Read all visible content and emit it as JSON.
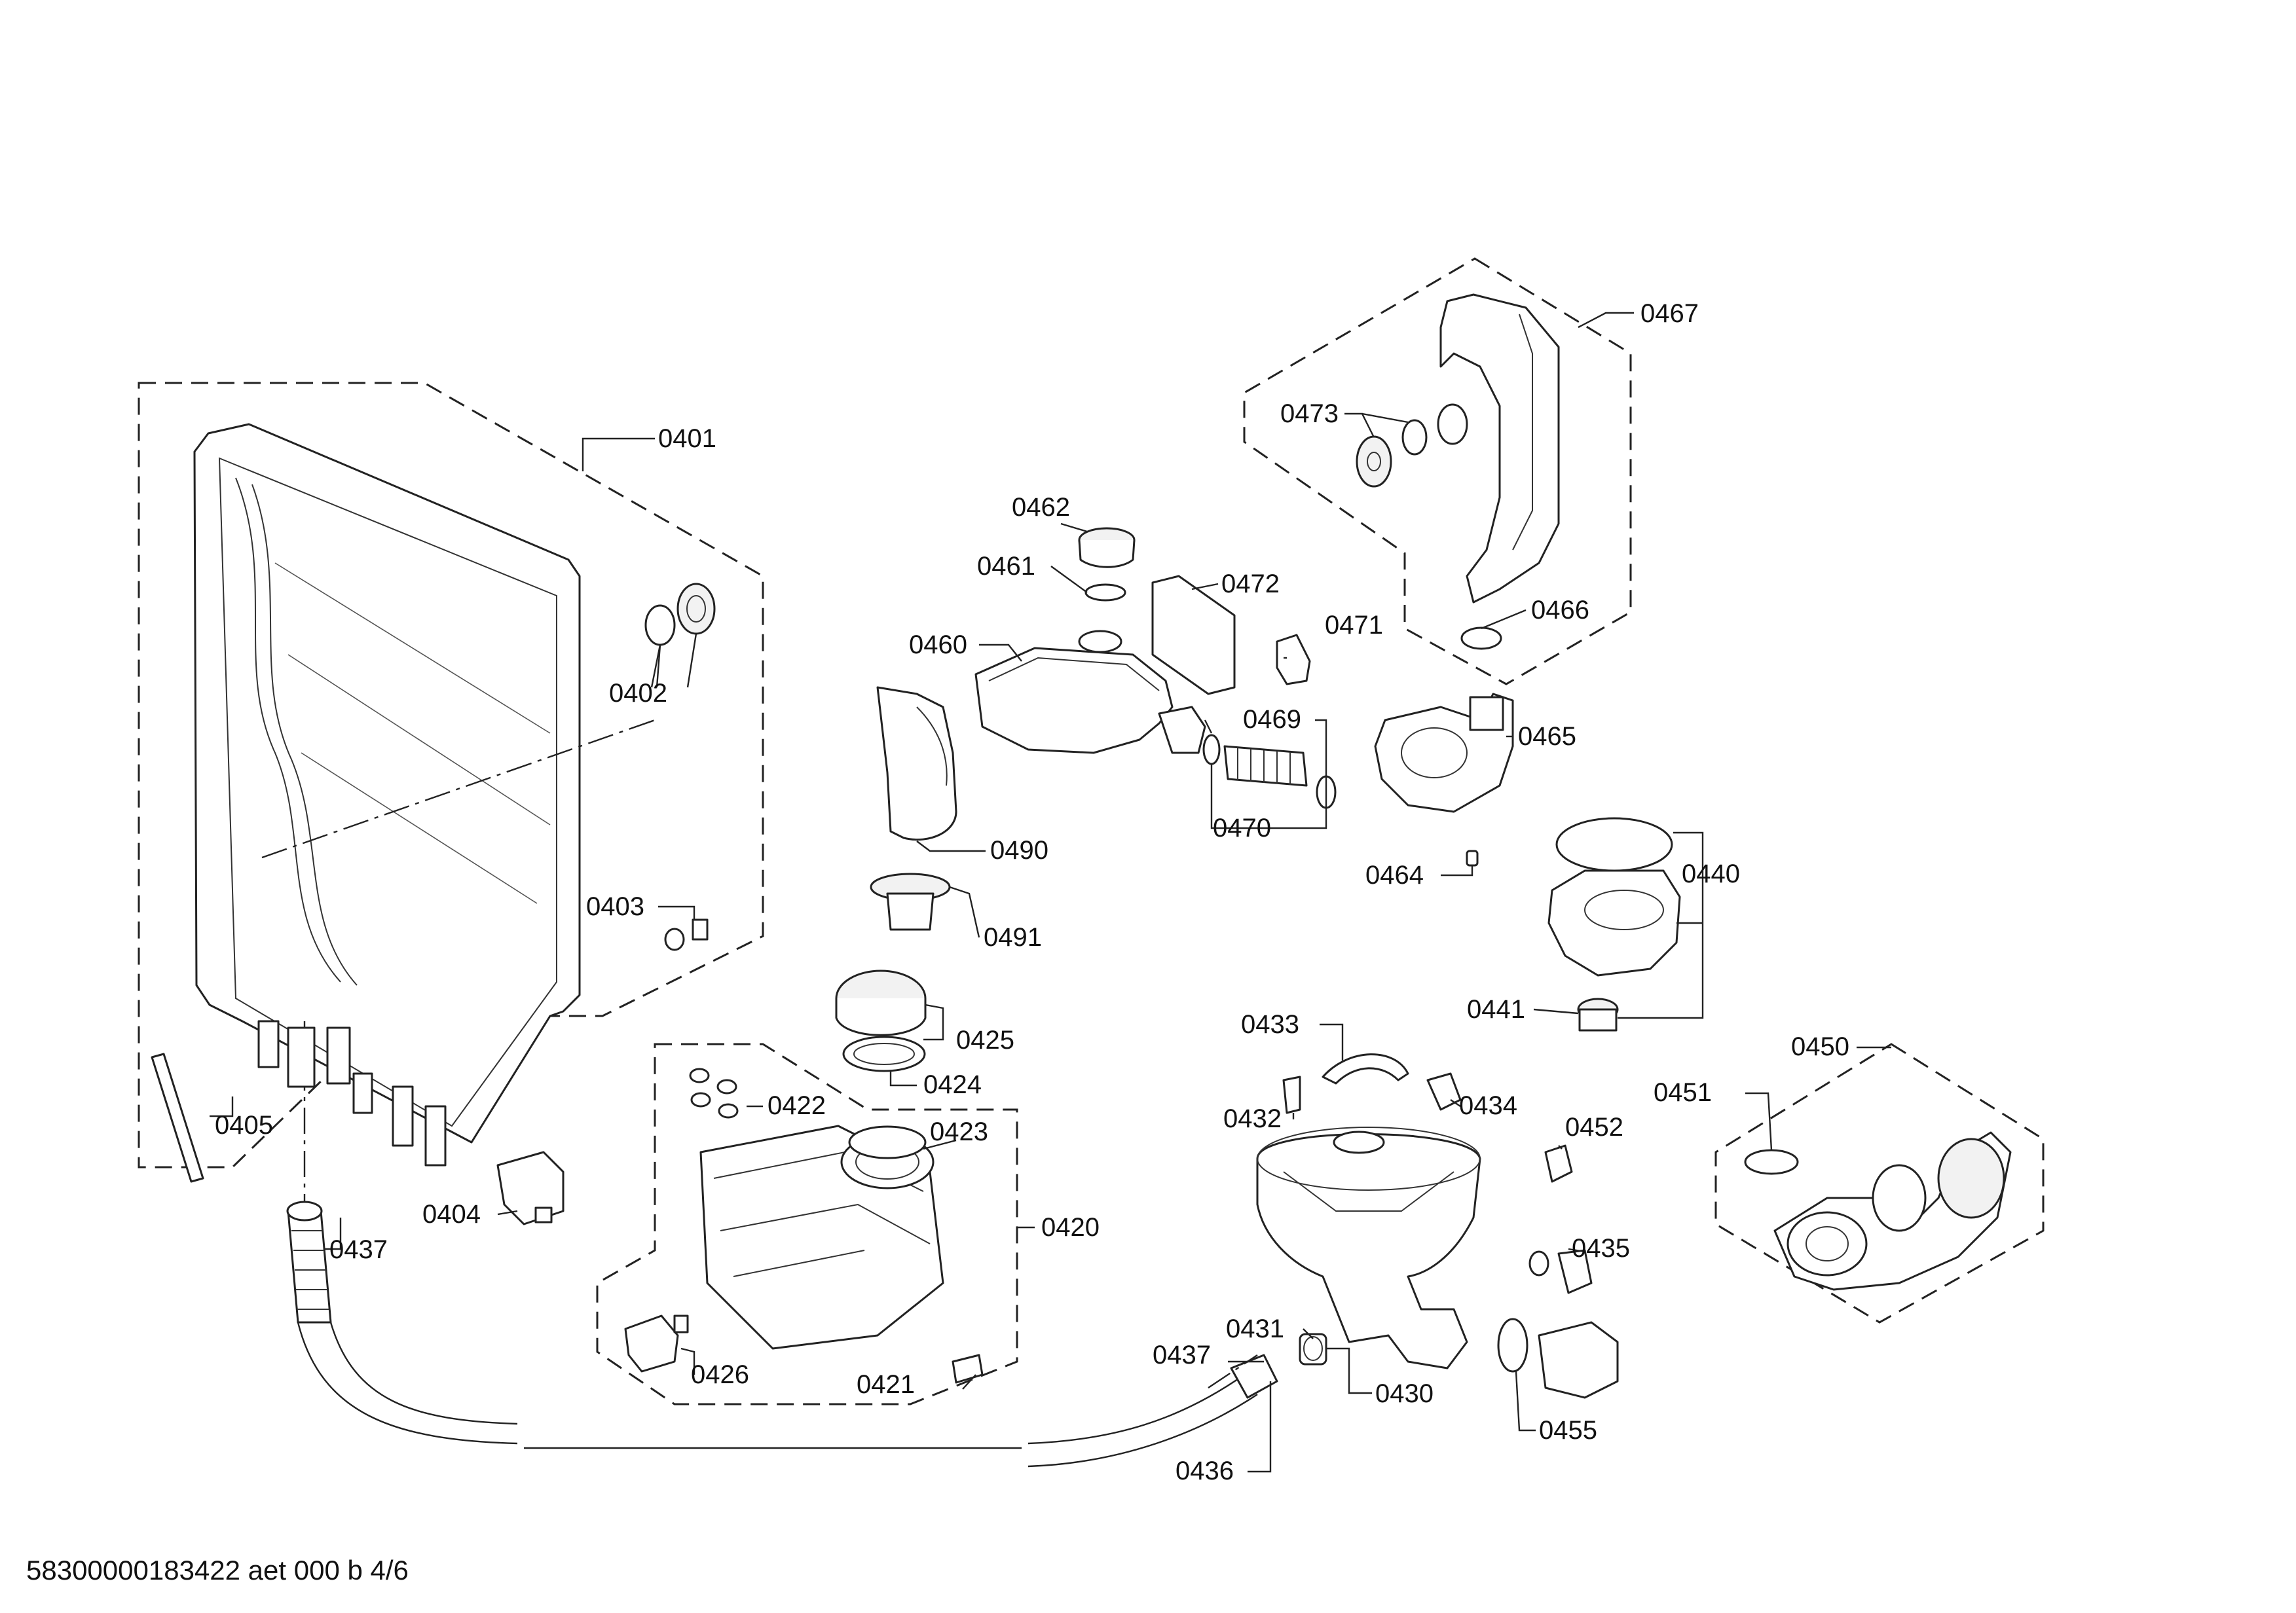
{
  "diagram": {
    "footer_text": "58300000183422 aet 000 b 4/6",
    "labels": {
      "p0401": "0401",
      "p0402": "0402",
      "p0403": "0403",
      "p0404": "0404",
      "p0405": "0405",
      "p0437a": "0437",
      "p0420": "0420",
      "p0421": "0421",
      "p0422": "0422",
      "p0423": "0423",
      "p0424": "0424",
      "p0425": "0425",
      "p0426": "0426",
      "p0430": "0430",
      "p0431": "0431",
      "p0432": "0432",
      "p0433": "0433",
      "p0434": "0434",
      "p0435": "0435",
      "p0436": "0436",
      "p0437b": "0437",
      "p0440": "0440",
      "p0441": "0441",
      "p0450": "0450",
      "p0451": "0451",
      "p0452": "0452",
      "p0455": "0455",
      "p0460": "0460",
      "p0461": "0461",
      "p0462": "0462",
      "p0464": "0464",
      "p0465": "0465",
      "p0466": "0466",
      "p0467": "0467",
      "p0469": "0469",
      "p0470": "0470",
      "p0471": "0471",
      "p0472": "0472",
      "p0473": "0473",
      "p0490": "0490",
      "p0491": "0491"
    }
  }
}
